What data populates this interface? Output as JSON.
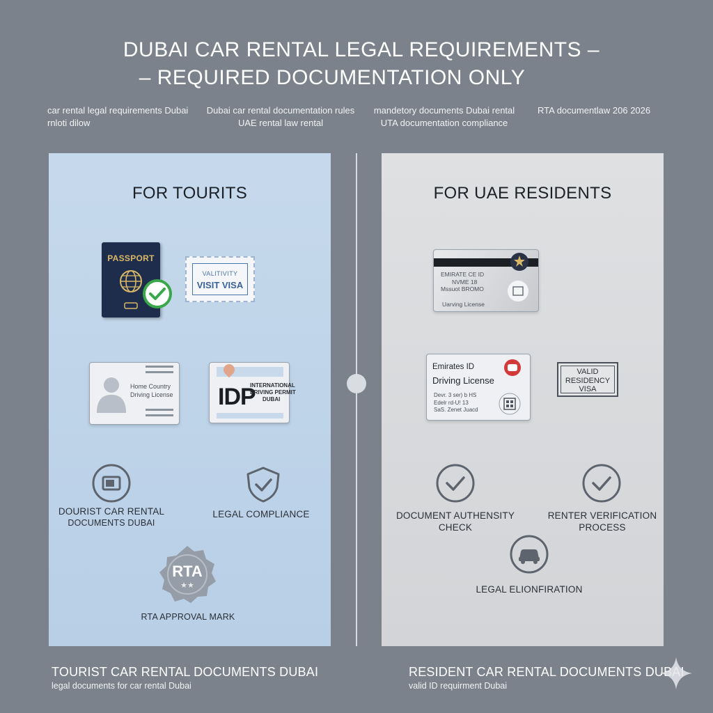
{
  "title": {
    "line1": "DUBAI CAR RENTAL LEGAL REQUIREMENTS –",
    "line2": "– REQUIRED DOCUMENTATION ONLY"
  },
  "keywords": [
    {
      "line1": "car rental legal requirements Dubai",
      "line2": "rnloti dilow"
    },
    {
      "line1": "Dubai car rental documentation rules",
      "line2": "UAE rental law rental"
    },
    {
      "line1": "mandetory documents Dubai rental",
      "line2": "UTA documentation compliance"
    },
    {
      "line1": "RTA documentlaw 206 2026",
      "line2": ""
    }
  ],
  "tourists": {
    "title": "FOR TOURITS",
    "passport_label": "PASSPORT",
    "visa_top": "VALITIVITY",
    "visa_main": "VISIT VISA",
    "license_line1": "Home Country",
    "license_line2": "Driving License",
    "idp_big": "IDP",
    "idp_line1": "INTERNATIONAL",
    "idp_line2": "DRIVING PERMIT",
    "idp_line3": "DUBAI",
    "feature1_line1": "DOURIST CAR RENTAL",
    "feature1_line2": "DOCUMENTS DUBAI",
    "feature2": "LEGAL COMPLIANCE",
    "rta_badge": "RTA",
    "rta_stars": "★★",
    "rta_label": "RTA APPROVAL MARK"
  },
  "residents": {
    "title": "FOR UAE RESIDENTS",
    "card1_line1": "EMIRATE CE ID",
    "card1_line2": "NVME  18",
    "card1_line3": "Mssuot  BROMO",
    "card1_footer": "Uarving License",
    "card2_title1": "Emirates ID",
    "card2_title2": "Driving License",
    "card2_line1": "Devr.  3 ser) b HS",
    "card2_line2": "Edelr rd-U! 13",
    "card2_line3": "SaS.  Zenet  Juacd",
    "visa_line1": "VALID",
    "visa_line2": "RESIDENCY",
    "visa_line3": "VISA",
    "feature1_line1": "DOCUMENT AUTHENSITY",
    "feature1_line2": "CHECK",
    "feature2_line1": "RENTER VERIFICATION",
    "feature2_line2": "PROCESS",
    "feature3": "LEGAL ELIONFIRATION"
  },
  "footer": {
    "left_title": "TOURIST CAR RENTAL DOCUMENTS DUBAI",
    "left_sub": "legal documents for car rental Dubai",
    "right_title": "RESIDENT CAR RENTAL DOCUMENTS DUBAI",
    "right_sub": "valid ID requirment Dubai"
  },
  "colors": {
    "background": "#7b828b",
    "tourist_panel": "#c0d5ea",
    "resident_panel": "#d9dadd",
    "passport": "#1f2d4d",
    "passport_gold": "#d8b866",
    "check_green": "#3aa84a",
    "visa_blue": "#4a74a8",
    "red_accent": "#d23a3a"
  }
}
